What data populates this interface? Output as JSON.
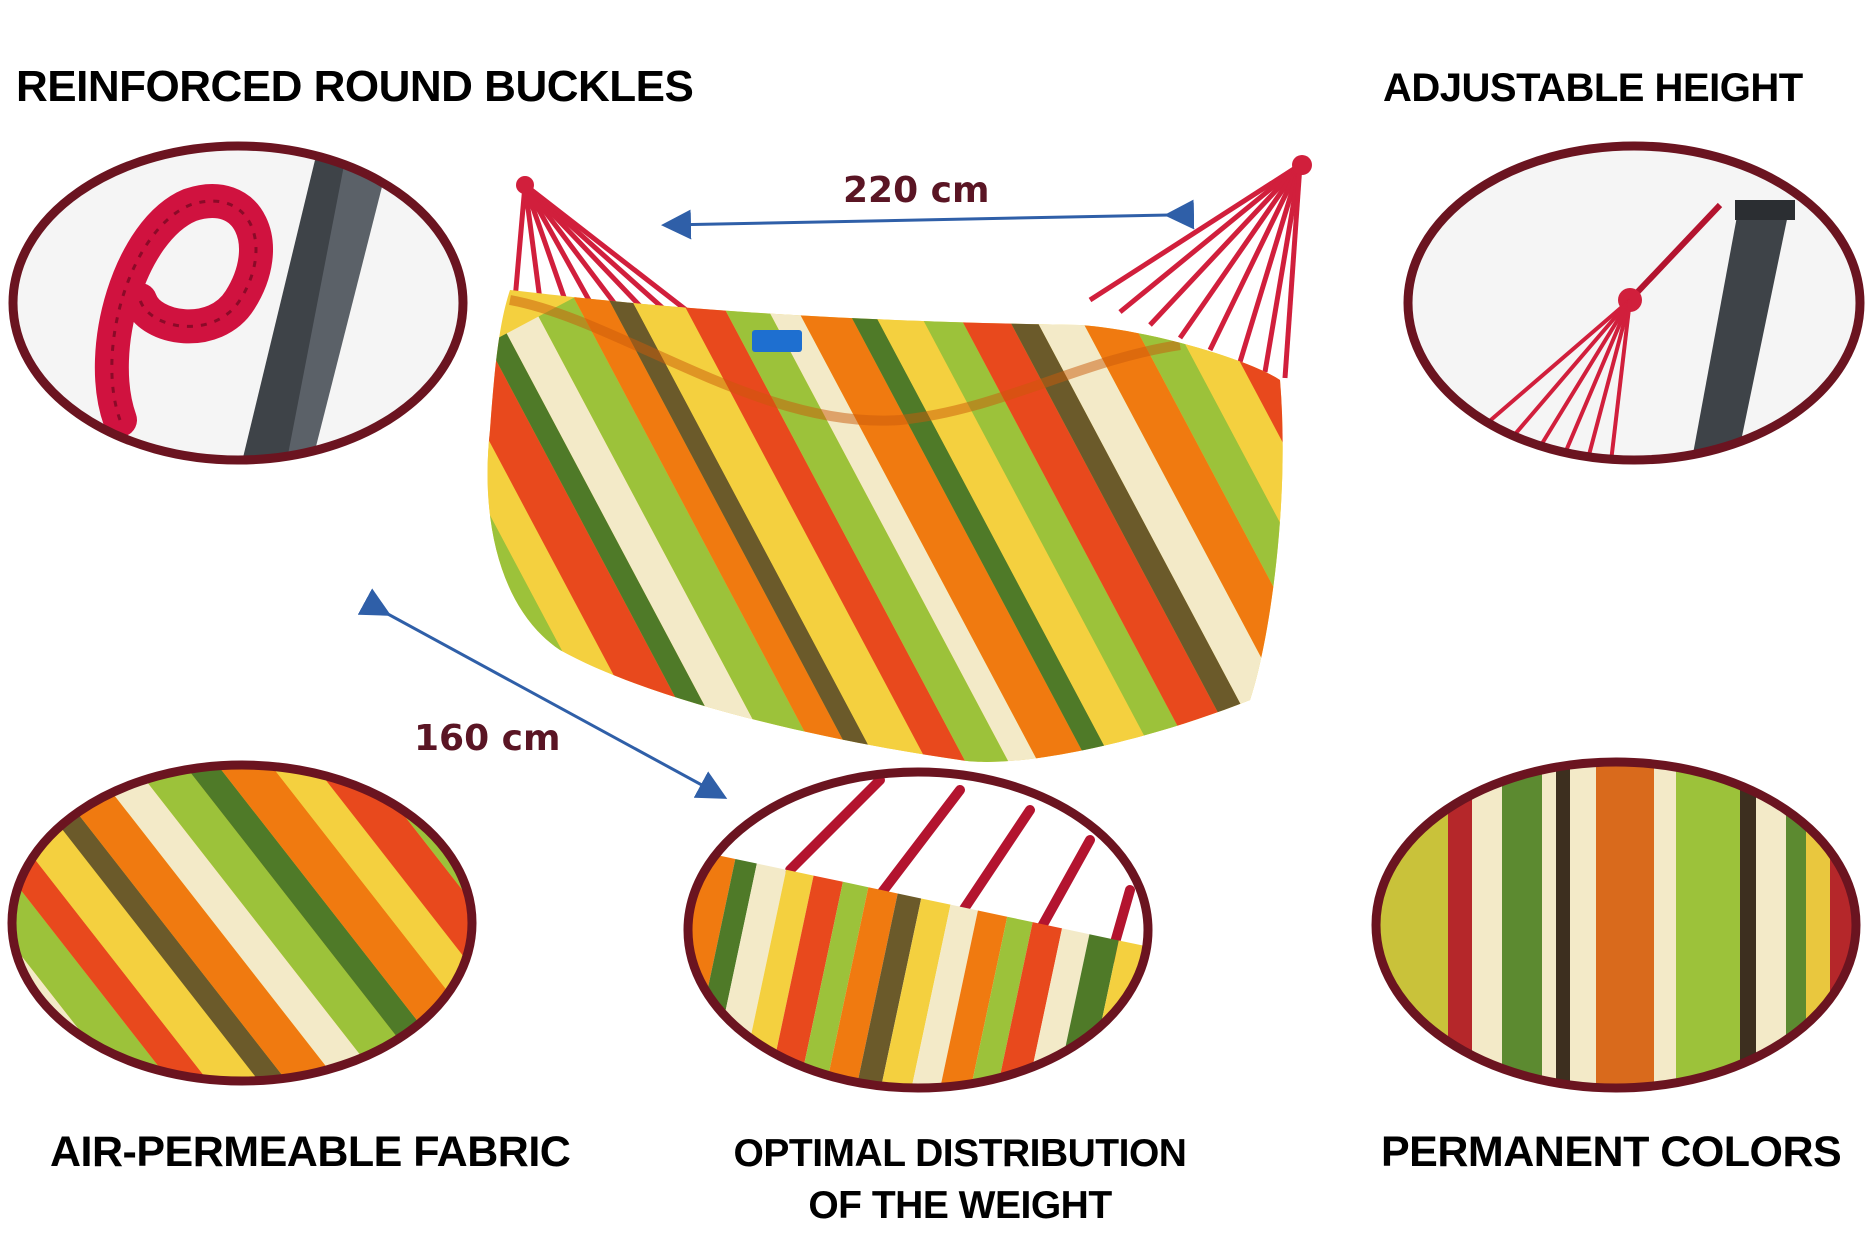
{
  "features": {
    "reinforced_round_buckles": "REINFORCED ROUND BUCKLES",
    "adjustable_height": "ADJUSTABLE HEIGHT",
    "air_permeable_fabric": "AIR-PERMEABLE FABRIC",
    "optimal_distribution_line1": "OPTIMAL DISTRIBUTION",
    "optimal_distribution_line2": "OF THE WEIGHT",
    "permanent_colors": "PERMANENT COLORS"
  },
  "dimensions": {
    "length": "220 cm",
    "width": "160 cm"
  },
  "colors": {
    "frame_ring": "#6b1420",
    "arrow": "#2f5fa8",
    "dimension_text": "#5a1524",
    "rope": "#d11f3c",
    "stripe_palette": [
      "#f07a10",
      "#9cc23a",
      "#f4d03f",
      "#6b5a2a",
      "#f3eac8",
      "#e8491d",
      "#4f7a28"
    ]
  }
}
